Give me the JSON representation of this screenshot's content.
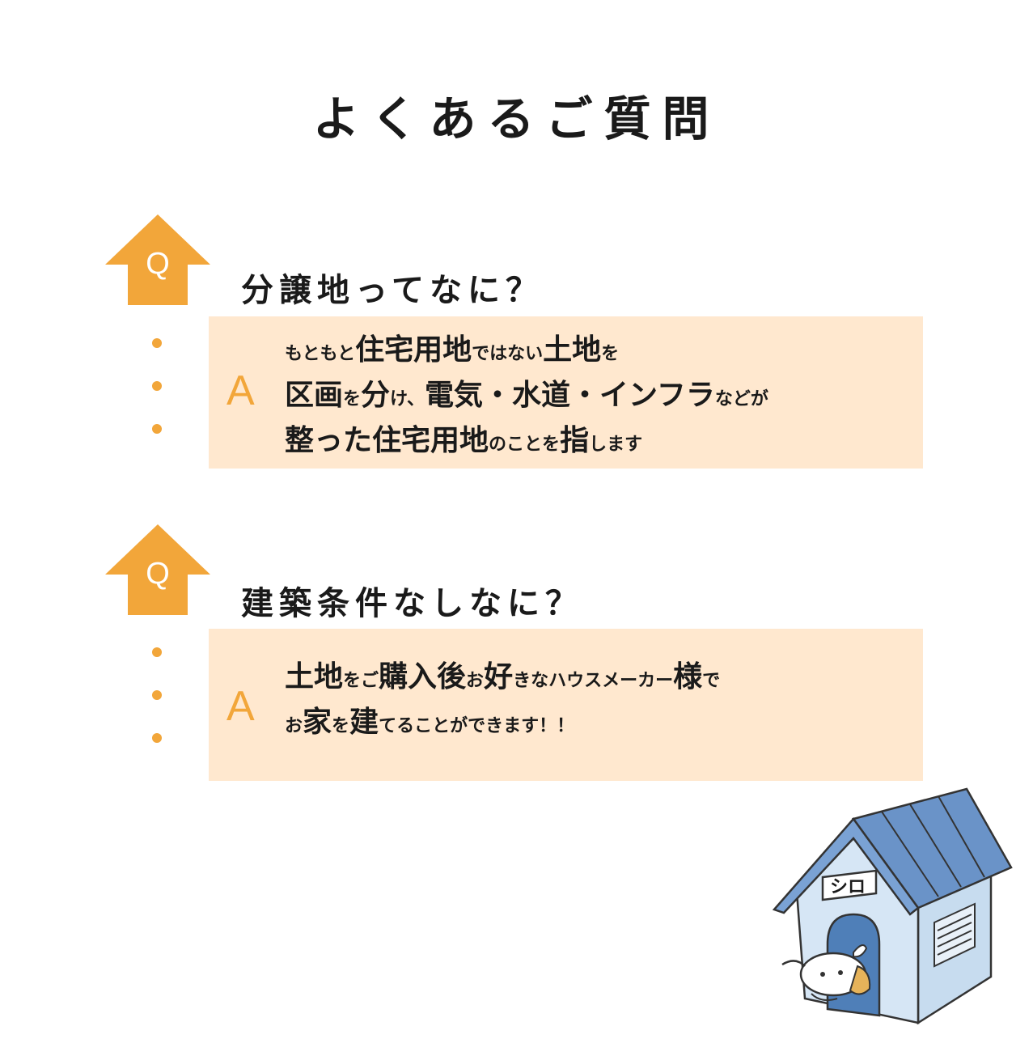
{
  "page": {
    "title": "よくあるご質問"
  },
  "colors": {
    "accent": "#f2a63a",
    "answer_bg": "#ffe8cf",
    "roof": "#6a93c8",
    "house_wall": "#d6e6f5"
  },
  "faq": [
    {
      "badge": "Q",
      "question": "分譲地ってなに？",
      "answer_label": "A",
      "answer_lines": [
        [
          {
            "t": "もともと",
            "small": true
          },
          {
            "t": "住宅用地",
            "small": false
          },
          {
            "t": "ではない",
            "small": true
          },
          {
            "t": "土地",
            "small": false
          },
          {
            "t": "を",
            "small": true
          }
        ],
        [
          {
            "t": "区画",
            "small": false
          },
          {
            "t": "を",
            "small": true
          },
          {
            "t": "分",
            "small": false
          },
          {
            "t": "け、",
            "small": true
          },
          {
            "t": "電気・水道・インフラ",
            "small": false
          },
          {
            "t": "などが",
            "small": true
          }
        ],
        [
          {
            "t": "整",
            "small": false
          },
          {
            "t": "った",
            "small": false
          },
          {
            "t": "住宅用地",
            "small": false
          },
          {
            "t": "のことを",
            "small": true
          },
          {
            "t": "指",
            "small": false
          },
          {
            "t": "します",
            "small": true
          }
        ]
      ]
    },
    {
      "badge": "Q",
      "question": "建築条件なしなに？",
      "answer_label": "A",
      "answer_lines": [
        [
          {
            "t": "土地",
            "small": false
          },
          {
            "t": "をご",
            "small": true
          },
          {
            "t": "購入後",
            "small": false
          },
          {
            "t": "お",
            "small": true
          },
          {
            "t": "好",
            "small": false
          },
          {
            "t": "きなハウスメーカー",
            "small": true
          },
          {
            "t": "様",
            "small": false
          },
          {
            "t": "で",
            "small": true
          }
        ],
        [
          {
            "t": "お",
            "small": true
          },
          {
            "t": "家",
            "small": false
          },
          {
            "t": "を",
            "small": true
          },
          {
            "t": "建",
            "small": false
          },
          {
            "t": "てることができます！！",
            "small": true
          }
        ]
      ]
    }
  ],
  "illustration": {
    "sign_text": "シロ",
    "icon": "doghouse-illustration"
  }
}
